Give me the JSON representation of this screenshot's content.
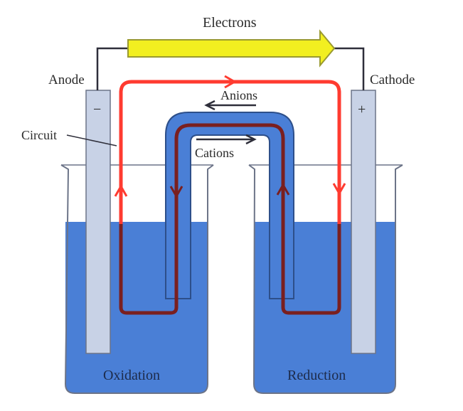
{
  "labels": {
    "electrons": "Electrons",
    "anode": "Anode",
    "cathode": "Cathode",
    "anions": "Anions",
    "cations": "Cations",
    "circuit": "Circuit",
    "oxidation": "Oxidation",
    "reduction": "Reduction",
    "anode_sign": "−",
    "cathode_sign": "+"
  },
  "colors": {
    "solution": "#4a7fd6",
    "salt_bridge": "#4a7fd6",
    "electrode": "#c8d2e6",
    "external_circuit": "#ff3b30",
    "ion_circuit": "#7a1f1f",
    "electron_arrow": "#f2ef20",
    "wire": "#2e2e3a"
  },
  "icons": {
    "electron_flow": "electron-arrow-icon",
    "anion_flow": "arrow-left-icon",
    "cation_flow": "arrow-right-icon"
  }
}
